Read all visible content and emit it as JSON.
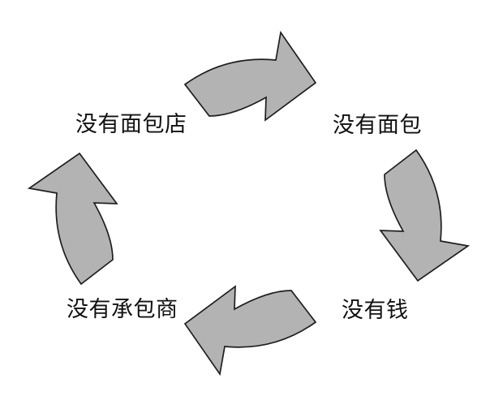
{
  "diagram": {
    "type": "cycle",
    "direction": "clockwise",
    "nodes": [
      {
        "id": "no-bakery",
        "label": "没有面包店",
        "position": "top-left"
      },
      {
        "id": "no-bread",
        "label": "没有面包",
        "position": "top-right"
      },
      {
        "id": "no-money",
        "label": "没有钱",
        "position": "bottom-right"
      },
      {
        "id": "no-contractor",
        "label": "没有承包商",
        "position": "bottom-left"
      }
    ],
    "arrows": [
      {
        "name": "top-arrow",
        "from": "没有面包店",
        "to": "没有面包",
        "points": "right"
      },
      {
        "name": "right-arrow",
        "from": "没有面包",
        "to": "没有钱",
        "points": "down"
      },
      {
        "name": "bottom-arrow",
        "from": "没有钱",
        "to": "没有承包商",
        "points": "left"
      },
      {
        "name": "left-arrow",
        "from": "没有承包商",
        "to": "没有面包店",
        "points": "up"
      }
    ],
    "colors": {
      "arrow_fill": "#b3b3b3",
      "arrow_stroke": "#1f1f1f",
      "background": "#ffffff",
      "text": "#111111"
    }
  }
}
